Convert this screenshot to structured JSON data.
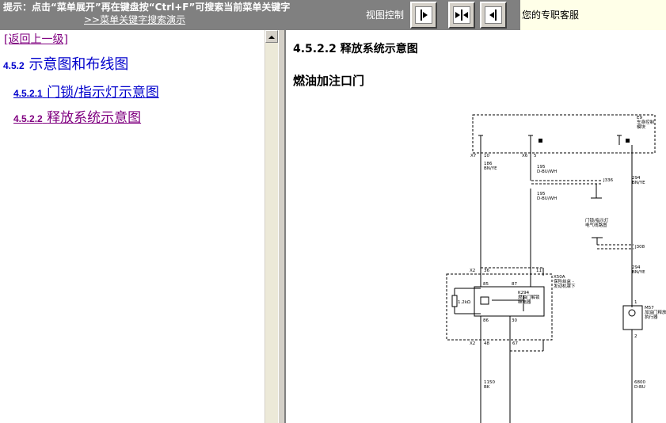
{
  "topbar": {
    "hint": "提示：点击“菜单展开”再在键盘按“Ctrl+F”可搜索当前菜单关键字",
    "demo_link": ">>菜单关键字搜索演示",
    "view_control_label": "视图控制",
    "buttons": [
      "expand-right-icon",
      "collapse-both-icon",
      "expand-left-icon"
    ],
    "service_label": "您的专职客服"
  },
  "left": {
    "back_link": "[返回上一级]",
    "toc": [
      {
        "num": "4.5.2",
        "label": "示意图和布线图"
      },
      {
        "num": "4.5.2.1",
        "label": "门锁/指示灯示意图"
      },
      {
        "num": "4.5.2.2",
        "label": "释放系统示意图"
      }
    ]
  },
  "right": {
    "section_title": "4.5.2.2 释放系统示意图",
    "subtitle": "燃油加注口门",
    "diagram": {
      "module_label": "E9",
      "module_desc_1": "车身控制",
      "module_desc_2": "模块",
      "pin_x7": "X7",
      "pin_10": "10",
      "pin_x6": "X6",
      "pin_5": "5",
      "wire_186": "186",
      "wire_186_color": "BN/YE",
      "wire_195a": "195",
      "wire_195a_color": "D-BU/WH",
      "wire_195b": "195",
      "wire_195b_color": "D-BU/WH",
      "wire_294a": "294",
      "wire_294a_color": "BN/YE",
      "wire_294b": "294",
      "wire_294b_color": "BN/YE",
      "splice_j336": "J336",
      "splice_j308": "J308",
      "ground_label_1": "门锁/指示灯",
      "ground_label_2": "电气线路图",
      "fuse_block": "X50A",
      "fuse_desc_1": "保险丝盒 -",
      "fuse_desc_2": "发动机罩下",
      "x2_top": "X2",
      "pin_36": "36",
      "pin_11": "11",
      "pin_85": "85",
      "pin_87": "87",
      "pin_86": "86",
      "pin_30": "30",
      "relay_id": "K294",
      "relay_desc_1": "燃油门解锁",
      "relay_desc_2": "继电器",
      "resistor": "1.2kΩ",
      "x2_bottom": "X2",
      "pin_48": "48",
      "pin_67": "67",
      "wire_1150": "1150",
      "wire_1150_color": "BK",
      "motor_id": "M57",
      "motor_desc_1": "加油门释放",
      "motor_desc_2": "执行器",
      "motor_pin_1": "1",
      "motor_pin_2": "2",
      "wire_6800": "6800",
      "wire_6800_color": "D-BU"
    }
  }
}
